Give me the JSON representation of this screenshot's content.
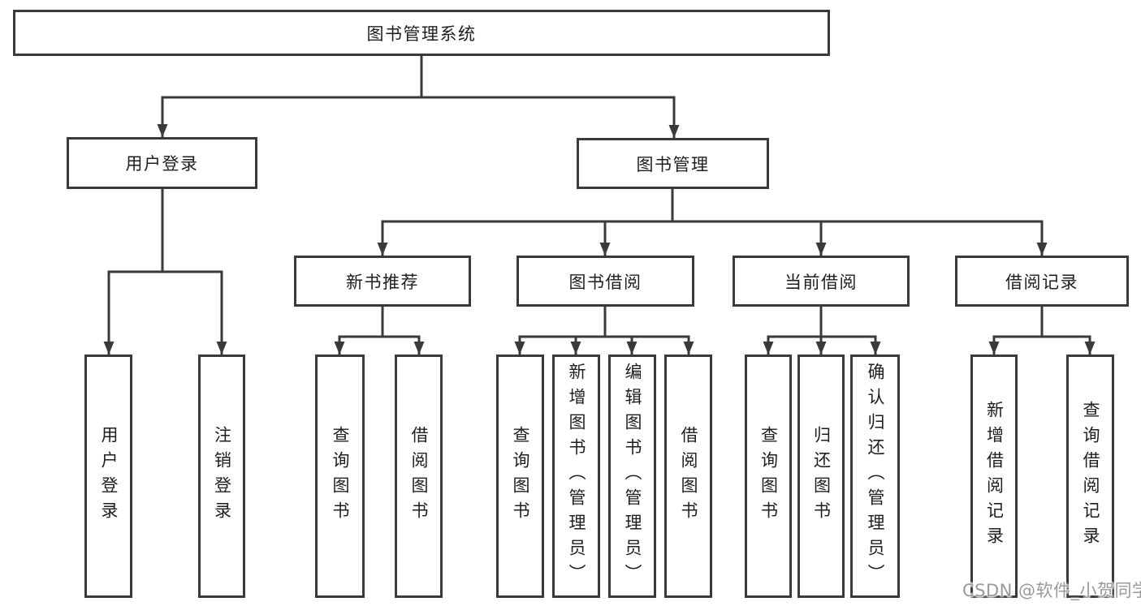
{
  "title": "图书管理系统",
  "watermark": "CSDN @软件_小贺同学",
  "colors": {
    "line": "#3a3a3a",
    "box_border": "#3a3a3a",
    "text": "#1e1e1e",
    "background": "#ffffff",
    "watermark_text": "#9a9a9a"
  },
  "tree": {
    "label": "图书管理系统",
    "children": [
      {
        "label": "用户登录",
        "children": [
          {
            "label": "用户登录"
          },
          {
            "label": "注销登录"
          }
        ]
      },
      {
        "label": "图书管理",
        "children": [
          {
            "label": "新书推荐",
            "children": [
              {
                "label": "查询图书"
              },
              {
                "label": "借阅图书"
              }
            ]
          },
          {
            "label": "图书借阅",
            "children": [
              {
                "label": "查询图书"
              },
              {
                "label": "新增图书（管理员）"
              },
              {
                "label": "编辑图书（管理员）"
              },
              {
                "label": "借阅图书"
              }
            ]
          },
          {
            "label": "当前借阅",
            "children": [
              {
                "label": "查询图书"
              },
              {
                "label": "归还图书"
              },
              {
                "label": "确认归还（管理员）"
              }
            ]
          },
          {
            "label": "借阅记录",
            "children": [
              {
                "label": "新增借阅记录"
              },
              {
                "label": "查询借阅记录"
              }
            ]
          }
        ]
      }
    ]
  }
}
